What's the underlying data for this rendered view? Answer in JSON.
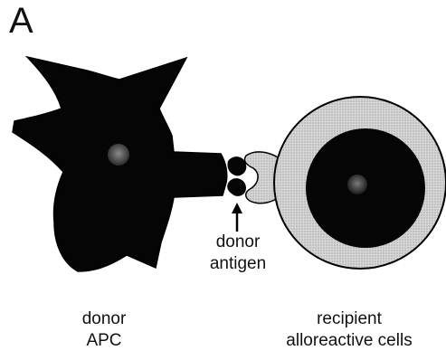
{
  "panel": {
    "letter": "A"
  },
  "labels": {
    "antigen": [
      "donor",
      "antigen"
    ],
    "apc": [
      "donor",
      "APC"
    ],
    "recipient": [
      "recipient",
      "alloreactive cells"
    ]
  },
  "colors": {
    "cell_fill": "#050505",
    "halo_fill": "#c9c9c9",
    "nucleus_fill": "#6a6a6a",
    "outline": "#000000"
  }
}
